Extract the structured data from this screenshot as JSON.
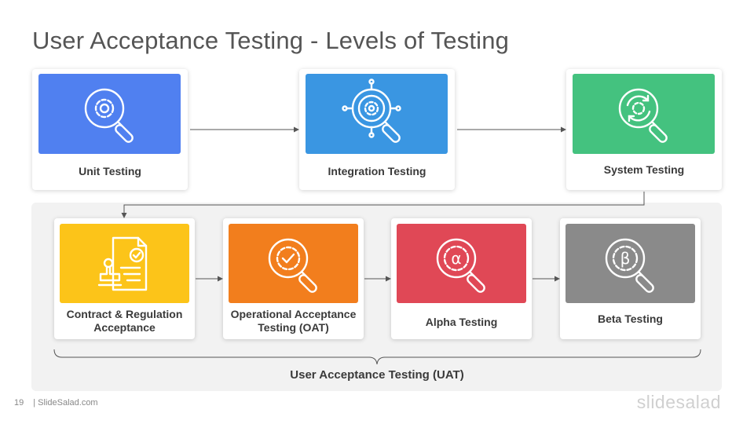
{
  "slide": {
    "title": "User Acceptance Testing - Levels of Testing",
    "page_number": "19",
    "footer_text": "| SlideSalad.com",
    "brand": "slidesalad"
  },
  "top_row": [
    {
      "label": "Unit Testing",
      "color": "#5080f0",
      "icon": "magnifier-gear-icon"
    },
    {
      "label": "Integration Testing",
      "color": "#3a96e2",
      "icon": "magnifier-network-gear-icon"
    },
    {
      "label": "System Testing",
      "color": "#44c27f",
      "icon": "magnifier-cycle-gear-icon"
    }
  ],
  "uat_row": [
    {
      "label": "Contract & Regulation\nAcceptance",
      "color": "#fcc419",
      "icon": "contract-stamp-icon"
    },
    {
      "label": "Operational Acceptance\nTesting (OAT)",
      "color": "#f27e1d",
      "icon": "magnifier-gear-check-icon"
    },
    {
      "label": "Alpha Testing",
      "color": "#e04856",
      "icon": "magnifier-alpha-gear-icon"
    },
    {
      "label": "Beta Testing",
      "color": "#8a8a8a",
      "icon": "magnifier-beta-gear-icon"
    }
  ],
  "uat_group": {
    "label": "User Acceptance Testing (UAT)",
    "background": "#f2f2f2"
  },
  "connector_color": "#555555"
}
